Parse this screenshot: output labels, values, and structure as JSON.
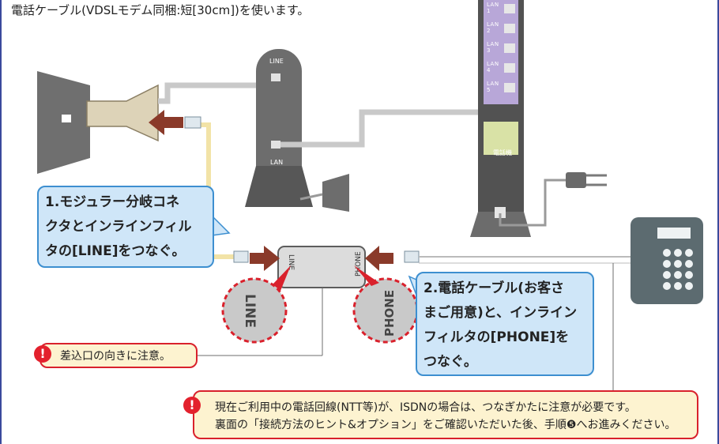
{
  "caption": "電話ケーブル(VDSLモデム同梱:短[30cm])を使います。",
  "callout_line": [
    "1.モジュラー分岐コネ",
    "クタとインラインフィル",
    "タの[LINE]をつなぐ。"
  ],
  "callout_phone": [
    "2.電話ケーブル(お客さ",
    "まご用意)と、インライン",
    "フィルタの[PHONE]を",
    "つなぐ。"
  ],
  "warning_port": "差込口の向きに注意。",
  "warning_isdn": [
    "現在ご利用中の電話回線(NTT等)が、ISDNの場合は、つなぎかたに注意が必要です。",
    "裏面の「接続方法のヒント&オプション」をご確認いただいた後、手順❺へお進みください。"
  ],
  "filter_labels": {
    "line": "LINE",
    "phone": "PHONE"
  },
  "zoom_labels": {
    "line": "LINE",
    "phone": "PHONE"
  },
  "modem_labels": {
    "line": "LINE",
    "lan": "LAN"
  },
  "router_ports": [
    "LAN 1",
    "LAN 2",
    "LAN 3",
    "LAN 4",
    "LAN 5"
  ],
  "router_phone_label": "電話機",
  "warning_icon": "!",
  "colors": {
    "accent_blue": "#3d8fd0",
    "warning_red": "#d9212c",
    "arrow": "#8a3a2a",
    "callout_fill": "#cfe6f8"
  }
}
